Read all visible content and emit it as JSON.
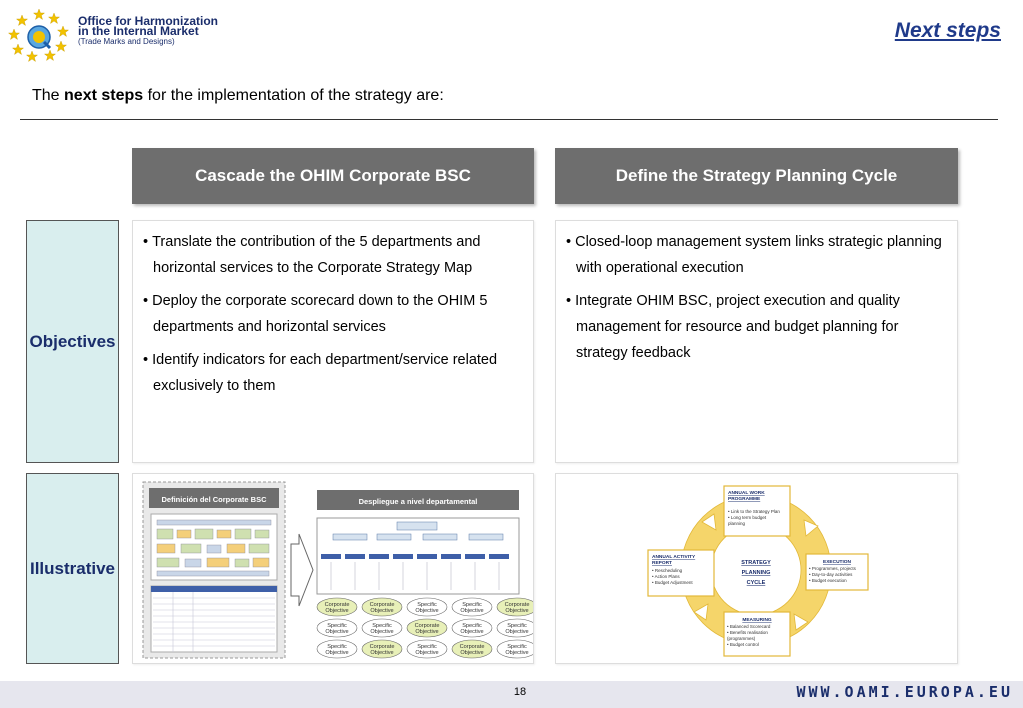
{
  "header": {
    "org_line1": "Office for Harmonization",
    "org_line2": "in the Internal Market",
    "org_line3": "(Trade Marks and Designs)",
    "title": "Next steps"
  },
  "intro": {
    "before": "The ",
    "bold": "next steps",
    "after": " for the implementation of the strategy are:"
  },
  "columns": {
    "col1": "Cascade the OHIM Corporate BSC",
    "col2": "Define the Strategy Planning Cycle"
  },
  "rows": {
    "objectives": "Objectives",
    "illustrative": "Illustrative"
  },
  "objectives": {
    "col1": [
      "Translate the contribution of the 5 departments and horizontal services to the Corporate Strategy Map",
      "Deploy the corporate scorecard down to the OHIM 5 departments and horizontal services",
      "Identify indicators for each department/service related exclusively to them"
    ],
    "col2": [
      "Closed-loop management system links strategic planning with operational execution",
      "Integrate OHIM BSC, project execution and quality management for resource and budget planning for strategy feedback"
    ]
  },
  "illustration1": {
    "left_title": "Definición del Corporate BSC",
    "right_title": "Despliegue a nivel departamental",
    "obj_corporate": [
      "Corporate",
      "Objective"
    ],
    "obj_specific": [
      "Specific",
      "Objective"
    ]
  },
  "illustration2": {
    "center": [
      "STRATEGY",
      "PLANNING",
      "CYCLE"
    ],
    "awp_title": [
      "ANNUAL WORK",
      "PROGRAMME"
    ],
    "awp_items": [
      "• Link to the Strategy Plan",
      "• Long term budget",
      "  planning"
    ],
    "aar_title": [
      "ANNUAL ACTIVITY",
      "REPORT"
    ],
    "aar_items": [
      "• Rescheduling",
      "• Action Plans",
      "• Budget Adjustment"
    ],
    "exe_title": "EXECUTION",
    "exe_items": [
      "• Programmes, projects",
      "• Day-to-day activities",
      "• Budget execution"
    ],
    "mea_title": "MEASURING",
    "mea_items": [
      "• Balanced Scorecard",
      "• Benefits realisation",
      "  (programmes)",
      "• Budget control"
    ]
  },
  "footer": {
    "page": "18",
    "url": "WWW.OAMI.EUROPA.EU"
  },
  "colors": {
    "navy": "#1a2d6b",
    "header_gray": "#6e6e6e",
    "label_fill": "#d9eeee",
    "cycle_yellow": "#f5d56a"
  }
}
